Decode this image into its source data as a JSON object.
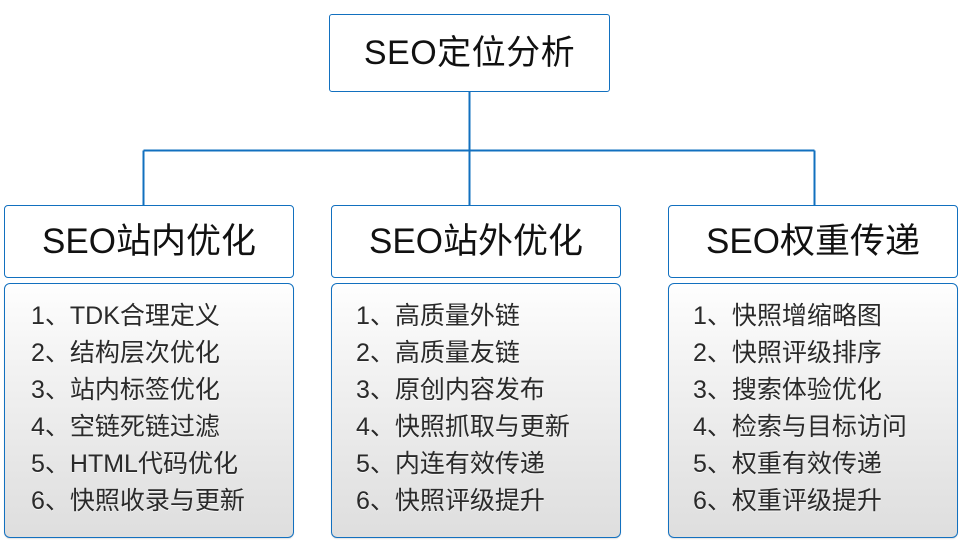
{
  "diagram": {
    "type": "organization-tree",
    "accent_color": "#1270bf",
    "background_color": "#ffffff",
    "text_color": "#2a2a2a",
    "root": {
      "label": "SEO定位分析"
    },
    "branches": [
      {
        "header": "SEO站内优化",
        "items": [
          "1、TDK合理定义",
          "2、结构层次优化",
          "3、站内标签优化",
          "4、空链死链过滤",
          "5、HTML代码优化",
          "6、快照收录与更新"
        ]
      },
      {
        "header": "SEO站外优化",
        "items": [
          "1、高质量外链",
          "2、高质量友链",
          "3、原创内容发布",
          "4、快照抓取与更新",
          "5、内连有效传递",
          "6、快照评级提升"
        ]
      },
      {
        "header": "SEO权重传递",
        "items": [
          "1、快照增缩略图",
          "2、快照评级排序",
          "3、搜索体验优化",
          "4、检索与目标访问",
          "5、权重有效传递",
          "6、权重评级提升"
        ]
      }
    ]
  }
}
